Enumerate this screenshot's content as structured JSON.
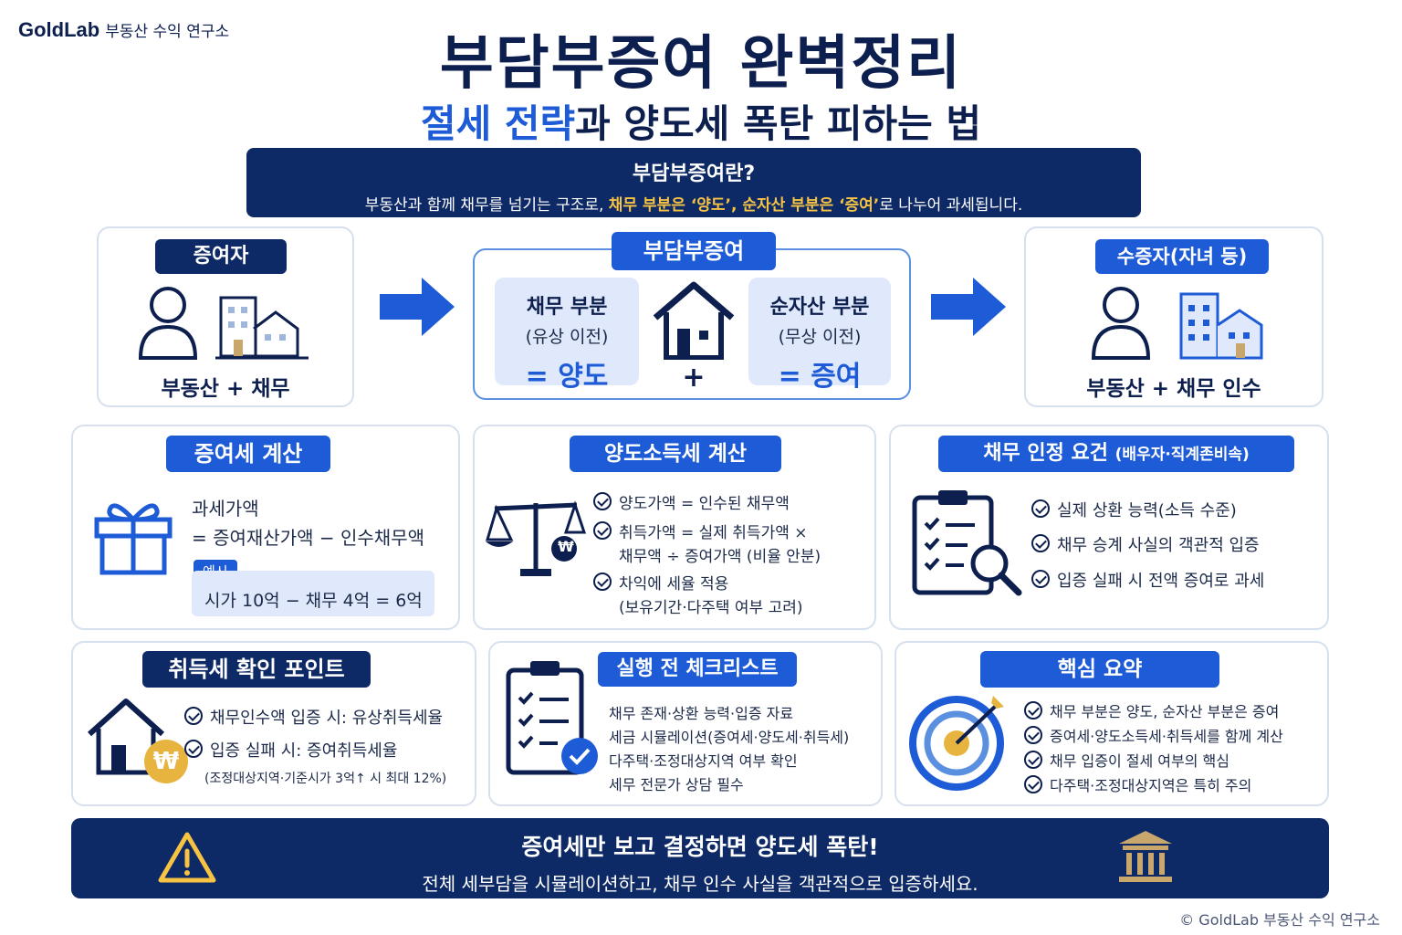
{
  "brand": {
    "name": "GoldLab",
    "tagline": "부동산 수익 연구소"
  },
  "title": "부담부증여 완벽정리",
  "subtitle": {
    "highlight": "절세 전략",
    "rest": "과 양도세 폭탄 피하는 법"
  },
  "definition": {
    "title": "부담부증여란?",
    "prefix": "부동산과 함께 채무를 넘기는 구조로,",
    "highlight": "채무 부분은 ‘양도’, 순자산 부분은 ‘증여’",
    "suffix": "로 나누어 과세됩니다."
  },
  "flow": {
    "donor": {
      "label": "증여자",
      "caption": "부동산 + 채무"
    },
    "middle": {
      "label": "부담부증여",
      "debt": {
        "title": "채무 부분",
        "sub": "(유상 이전)",
        "result": "= 양도"
      },
      "plus": "+",
      "net": {
        "title": "순자산 부분",
        "sub": "(무상 이전)",
        "result": "= 증여"
      }
    },
    "recipient": {
      "label": "수증자(자녀 등)",
      "caption": "부동산 + 채무 인수"
    }
  },
  "gift_tax": {
    "label": "증여세 계산",
    "line1": "과세가액",
    "line2": "= 증여재산가액 − 인수채무액",
    "example_tag": "예시",
    "example": "시가 10억 − 채무 4억 = 6억"
  },
  "transfer_tax": {
    "label": "양도소득세 계산",
    "items": [
      "양도가액 = 인수된 채무액",
      "취득가액 = 실제 취득가액 ×",
      "채무액 ÷ 증여가액 (비율 안분)",
      "차익에 세율 적용",
      "(보유기간·다주택 여부 고려)"
    ],
    "coin": "₩"
  },
  "debt_req": {
    "label": "채무 인정 요건",
    "label_sub": "(배우자·직계존비속)",
    "items": [
      "실제 상환 능력(소득 수준)",
      "채무 승계 사실의 객관적 입증",
      "입증 실패 시 전액 증여로 과세"
    ]
  },
  "acq_tax": {
    "label": "취득세 확인 포인트",
    "items": [
      "채무인수액 입증 시: 유상취득세율",
      "입증 실패 시: 증여취득세율"
    ],
    "note": "(조정대상지역·기준시가 3억↑ 시 최대 12%)",
    "coin": "₩"
  },
  "checklist": {
    "label": "실행 전 체크리스트",
    "items": [
      "채무 존재·상환 능력·입증 자료",
      "세금 시뮬레이션(증여세·양도세·취득세)",
      "다주택·조정대상지역 여부 확인",
      "세무 전문가 상담 필수"
    ]
  },
  "summary": {
    "label": "핵심 요약",
    "items": [
      "채무 부분은 양도, 순자산 부분은 증여",
      "증여세·양도소득세·취득세를 함께 계산",
      "채무 입증이 절세 여부의 핵심",
      "다주택·조정대상지역은 특히 주의"
    ]
  },
  "warning": {
    "title": "증여세만 보고 결정하면 양도세 폭탄!",
    "desc": "전체 세부담을 시뮬레이션하고, 채무 인수 사실을 객관적으로 입증하세요."
  },
  "copyright": "© GoldLab 부동산 수익 연구소",
  "colors": {
    "navy": "#0e2a66",
    "blue": "#1e5bd6",
    "gold": "#f6c343",
    "light": "#dfe9fb"
  }
}
